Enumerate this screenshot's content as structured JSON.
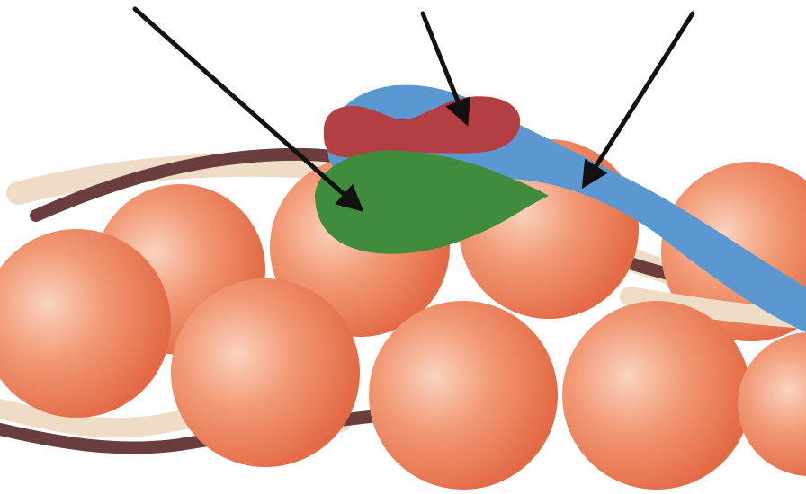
{
  "diagram": {
    "labels": [],
    "colors": {
      "background": "#ffffff",
      "cell": "#ec7b57",
      "cell_highlight": "#fbd3c0",
      "cell_shadow": "#d9643e",
      "strand_dark": "#6a3e3e",
      "strand_light": "#efdcc6",
      "blue_structure": "#5b97d0",
      "red_structure": "#b43f42",
      "green_structure": "#3f8d3c",
      "arrow": "#111111"
    },
    "arrows": [
      {
        "name": "arrow-to-green-structure",
        "target": "green-structure"
      },
      {
        "name": "arrow-to-red-structure",
        "target": "red-structure"
      },
      {
        "name": "arrow-to-blue-structure",
        "target": "blue-structure"
      }
    ]
  }
}
